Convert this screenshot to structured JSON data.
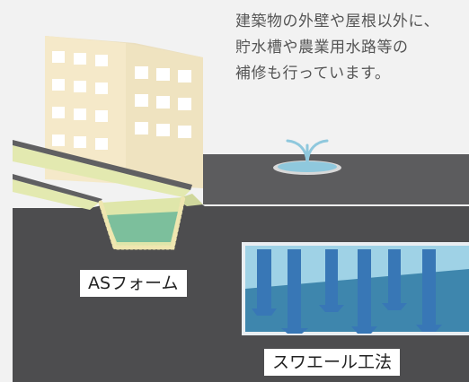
{
  "caption": {
    "lines": [
      "建築物の外壁や屋根以外に、",
      "貯水槽や農業用水路等の",
      "補修も行っています。"
    ]
  },
  "labels": {
    "as_foam": "ASフォーム",
    "swall_method": "スワエール工法"
  },
  "colors": {
    "background": "#f2f2f2",
    "ground": "#4d4d4f",
    "ground_surface": "#5a5a5c",
    "building": "#f3e7c7",
    "building_window": "#ffffff",
    "channel_wall": "#e2e8ae",
    "water": "#7fbfa0",
    "fountain": "#8fc8dd",
    "tank_water": "#3f7fa6",
    "tank_pillar": "#3a78b8",
    "label_bg": "#ffffff"
  }
}
